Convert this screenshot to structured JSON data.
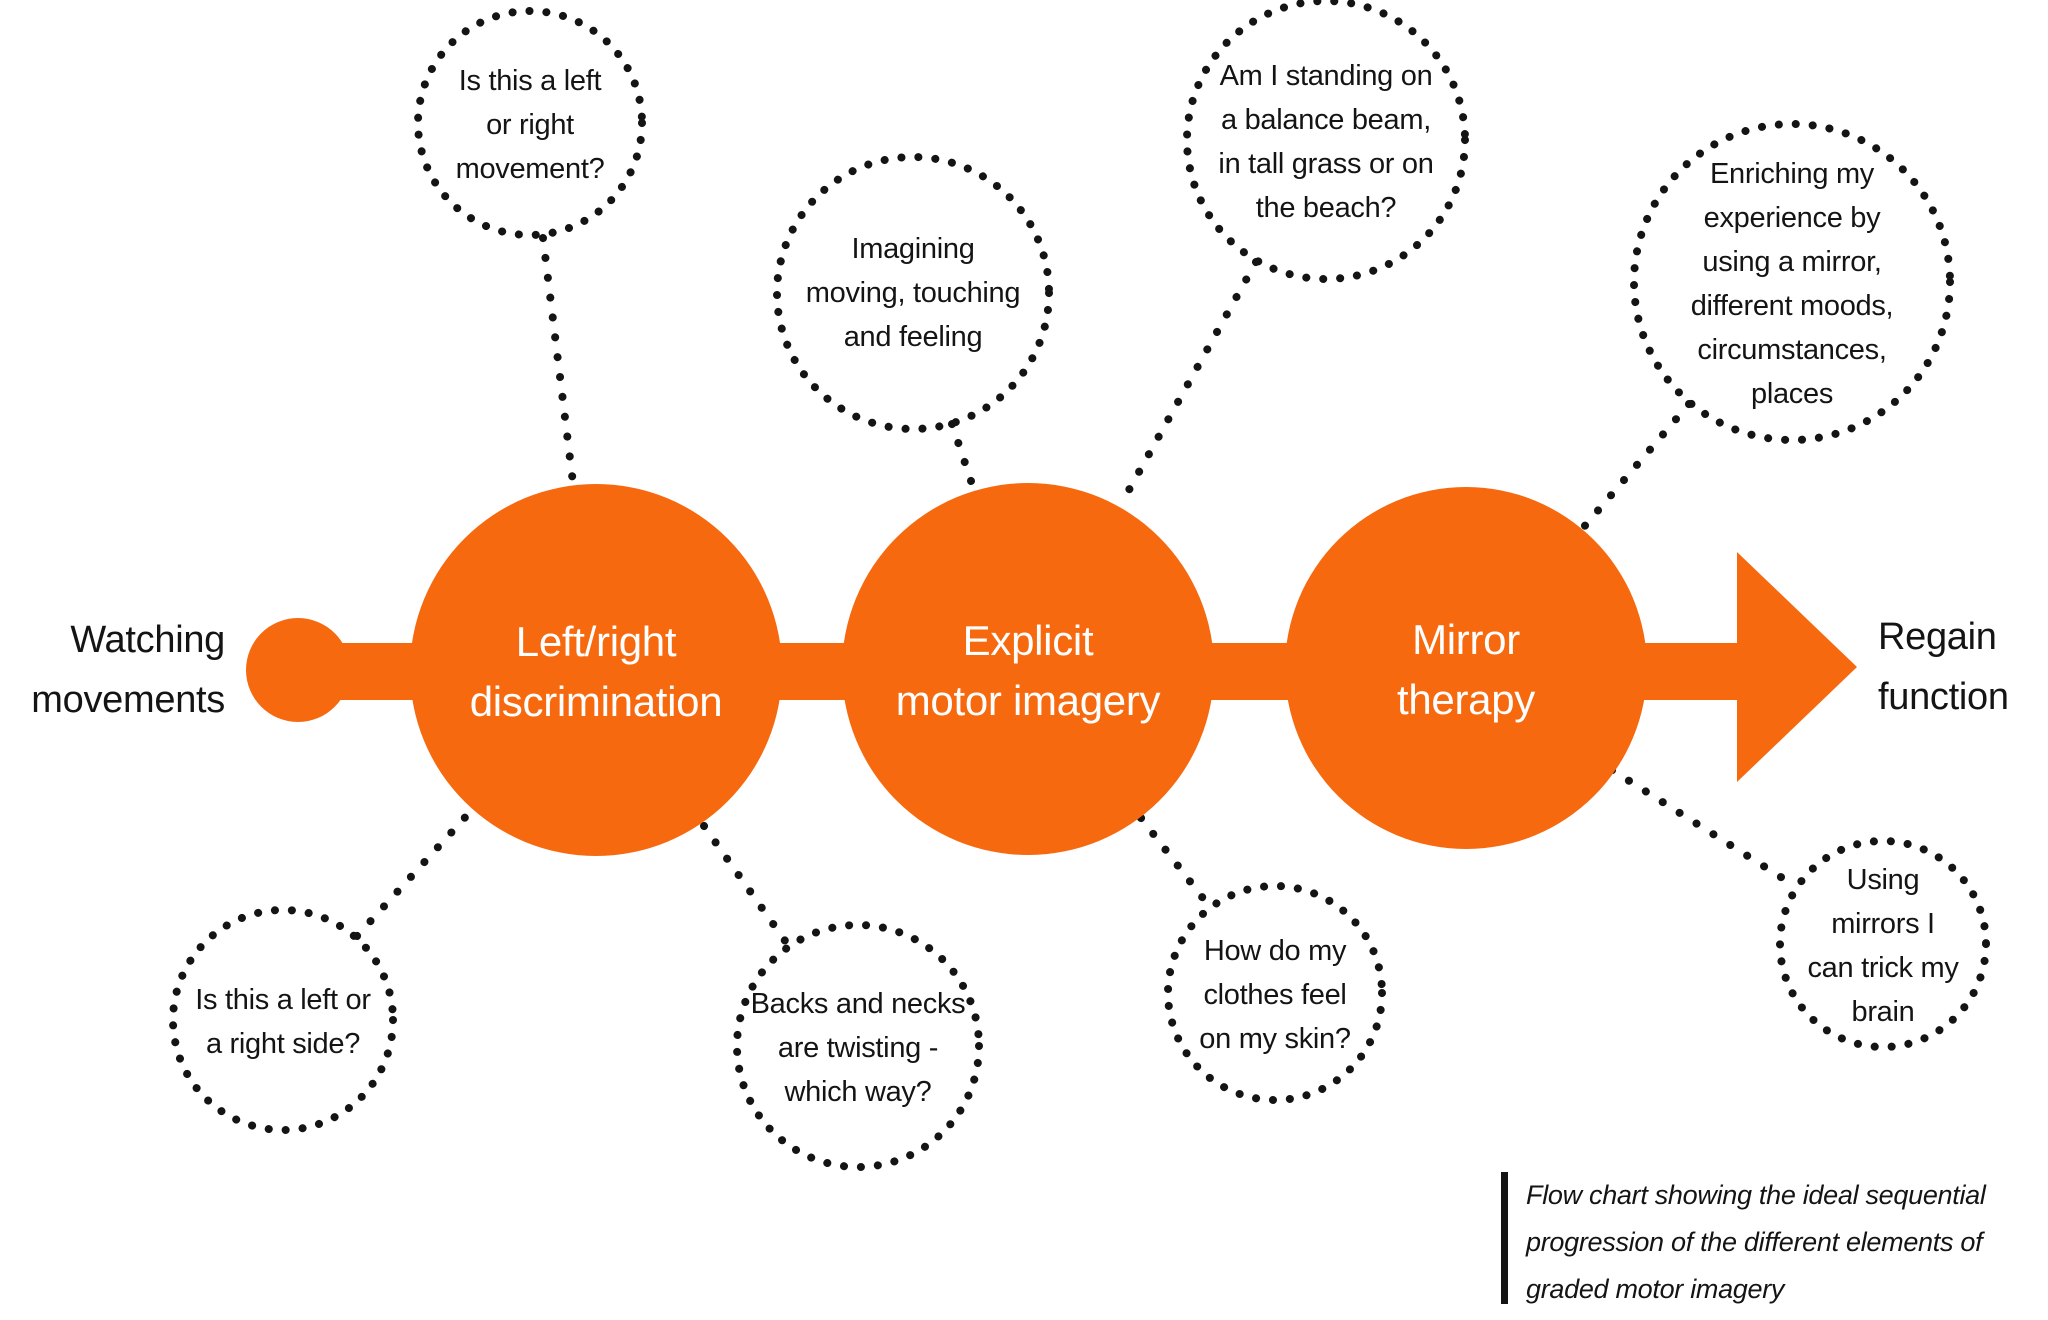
{
  "title": "Graded motor imagery flow chart",
  "colors": {
    "orange": "#F6690E",
    "ink": "#141414",
    "stage_text": "#FFFFFF"
  },
  "flow": {
    "start_label": "Watching\nmovements",
    "end_label": "Regain\nfunction",
    "stages": [
      {
        "label": "Left/right\ndiscrimination"
      },
      {
        "label": "Explicit\nmotor imagery"
      },
      {
        "label": "Mirror\ntherapy"
      }
    ]
  },
  "bubbles": [
    {
      "position": "top-left",
      "text": "Is this a left\nor right\nmovement?"
    },
    {
      "position": "top-center",
      "text": "Imagining\nmoving, touching\nand feeling"
    },
    {
      "position": "top-mid-right",
      "text": "Am I standing on\na balance beam,\nin tall grass or on\nthe beach?"
    },
    {
      "position": "top-right",
      "text": "Enriching my\nexperience by\nusing a mirror,\ndifferent moods,\ncircumstances,\nplaces"
    },
    {
      "position": "bottom-left",
      "text": "Is this a left or\na right side?"
    },
    {
      "position": "bottom-center",
      "text": "Backs and necks\nare twisting -\nwhich way?"
    },
    {
      "position": "bottom-mid-right",
      "text": "How do my\nclothes feel\non my skin?"
    },
    {
      "position": "bottom-right",
      "text": "Using\nmirrors I\ncan trick my\nbrain"
    }
  ],
  "caption": "Flow chart showing the ideal sequential\nprogression of the different elements of\ngraded motor imagery"
}
